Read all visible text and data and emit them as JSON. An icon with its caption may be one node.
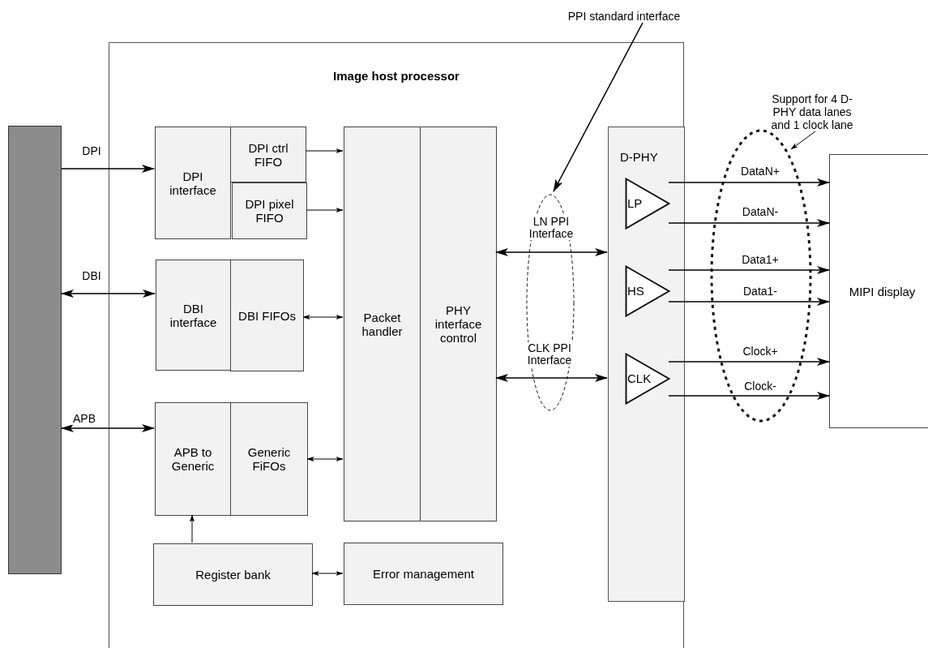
{
  "diagram": {
    "nodes": [
      {
        "text": [],
        "shape": "bar"
      },
      {
        "text": [
          "Image host processor"
        ]
      },
      {
        "text": [
          "DPI interface"
        ],
        "in": 1
      },
      {
        "text": [
          "DPI ctrl FIFO"
        ],
        "in": 1
      },
      {
        "text": [
          "DPI pixel FIFO"
        ],
        "in": 1
      },
      {
        "text": [
          "DBI interface"
        ],
        "in": 1
      },
      {
        "text": [
          "DBI FIFOs"
        ],
        "in": 1
      },
      {
        "text": [
          "APB to Generic"
        ],
        "in": 1
      },
      {
        "text": [
          "Generic FiFOs"
        ],
        "in": 1
      },
      {
        "text": [
          "Packet handler"
        ],
        "in": 1
      },
      {
        "text": [
          "PHY interface control"
        ],
        "in": 1
      },
      {
        "text": [
          "Register bank"
        ],
        "in": 1
      },
      {
        "text": [
          "Error management"
        ],
        "in": 1
      },
      {
        "text": [
          "D-PHY"
        ],
        "in": 1
      },
      {
        "text": [
          "LP"
        ],
        "in": 13
      },
      {
        "text": [
          "HS"
        ],
        "in": 13
      },
      {
        "text": [
          "CLK"
        ],
        "in": 13
      },
      {
        "text": [
          "MIPI display"
        ]
      },
      {
        "text": [
          "PPI standard interface"
        ]
      },
      {
        "text": [
          "Support for 4 D-PHY data lanes and 1 clock lane"
        ]
      }
    ],
    "edges": [
      {
        "from": 0,
        "to": 2,
        "arrow": "to",
        "label": "DPI"
      },
      {
        "from": 0,
        "to": 5,
        "arrow": "both",
        "label": "DBI"
      },
      {
        "from": 0,
        "to": 7,
        "arrow": "both",
        "label": "APB"
      },
      {
        "from": 3,
        "to": 9,
        "arrow": "to"
      },
      {
        "from": 4,
        "to": 9,
        "arrow": "to"
      },
      {
        "from": 6,
        "to": 9,
        "arrow": "both"
      },
      {
        "from": 8,
        "to": 9,
        "arrow": "both"
      },
      {
        "from": 11,
        "to": 7,
        "arrow": "to"
      },
      {
        "from": 11,
        "to": 12,
        "arrow": "both"
      },
      {
        "from": 10,
        "to": 13,
        "arrow": "both",
        "label": "LN PPI Interface"
      },
      {
        "from": 10,
        "to": 13,
        "arrow": "both",
        "label": "CLK PPI Interface"
      },
      {
        "from": 14,
        "to": 17,
        "arrow": "to",
        "label": "DataN+"
      },
      {
        "from": 14,
        "to": 17,
        "arrow": "to",
        "label": "DataN-"
      },
      {
        "from": 15,
        "to": 17,
        "arrow": "to",
        "label": "Data1+"
      },
      {
        "from": 15,
        "to": 17,
        "arrow": "to",
        "label": "Data1-"
      },
      {
        "from": 16,
        "to": 17,
        "arrow": "to",
        "label": "Clock+"
      },
      {
        "from": 16,
        "to": 17,
        "arrow": "to",
        "label": "Clock-"
      },
      {
        "from": 18,
        "to": null,
        "arrow": "to"
      },
      {
        "from": 19,
        "to": null,
        "arrow": "to"
      }
    ]
  }
}
